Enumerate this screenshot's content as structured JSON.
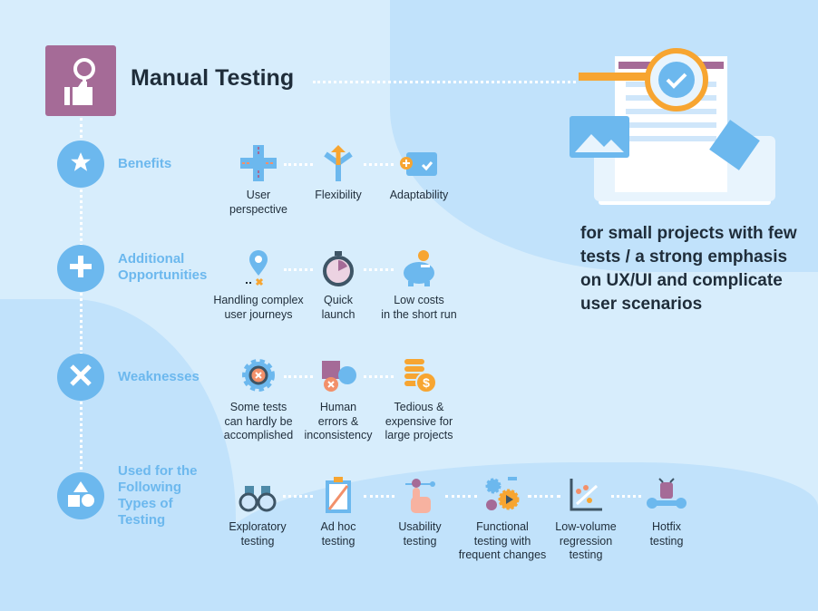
{
  "title": "Manual Testing",
  "summary": "for small projects with few tests / a strong emphasis on UX/UI and complicate user scenarios",
  "colors": {
    "accent": "#6cb8ee",
    "logo": "#a56b97",
    "text": "#1f2d3a",
    "orange": "#f7a531"
  },
  "sections": [
    {
      "label": "Benefits",
      "icon": "star-icon",
      "items": [
        {
          "label": "User\nperspective",
          "icon": "crossroad-icon"
        },
        {
          "label": "Flexibility",
          "icon": "split-arrows-icon"
        },
        {
          "label": "Adaptability",
          "icon": "folder-check-icon"
        }
      ]
    },
    {
      "label": "Additional\nOpportunities",
      "icon": "plus-icon",
      "items": [
        {
          "label": "Handling complex\nuser journeys",
          "icon": "map-pin-icon"
        },
        {
          "label": "Quick\nlaunch",
          "icon": "stopwatch-icon"
        },
        {
          "label": "Low costs\nin the short run",
          "icon": "piggy-bank-icon"
        }
      ]
    },
    {
      "label": "Weaknesses",
      "icon": "x-icon",
      "items": [
        {
          "label": "Some tests\ncan hardly be\naccomplished",
          "icon": "gear-error-icon"
        },
        {
          "label": "Human\nerrors &\ninconsistency",
          "icon": "puzzle-error-icon"
        },
        {
          "label": "Tedious &\nexpensive for\nlarge projects",
          "icon": "coins-icon"
        }
      ]
    },
    {
      "label": "Used for the\nFollowing\nTypes of\nTesting",
      "icon": "shapes-icon",
      "items": [
        {
          "label": "Exploratory\ntesting",
          "icon": "binoculars-icon"
        },
        {
          "label": "Ad hoc\ntesting",
          "icon": "clipboard-icon"
        },
        {
          "label": "Usability\ntesting",
          "icon": "hand-touch-icon"
        },
        {
          "label": "Functional\ntesting with\nfrequent changes",
          "icon": "gears-icon"
        },
        {
          "label": "Low-volume\nregression\ntesting",
          "icon": "regression-chart-icon"
        },
        {
          "label": "Hotfix\ntesting",
          "icon": "bug-wrench-icon"
        }
      ]
    }
  ]
}
